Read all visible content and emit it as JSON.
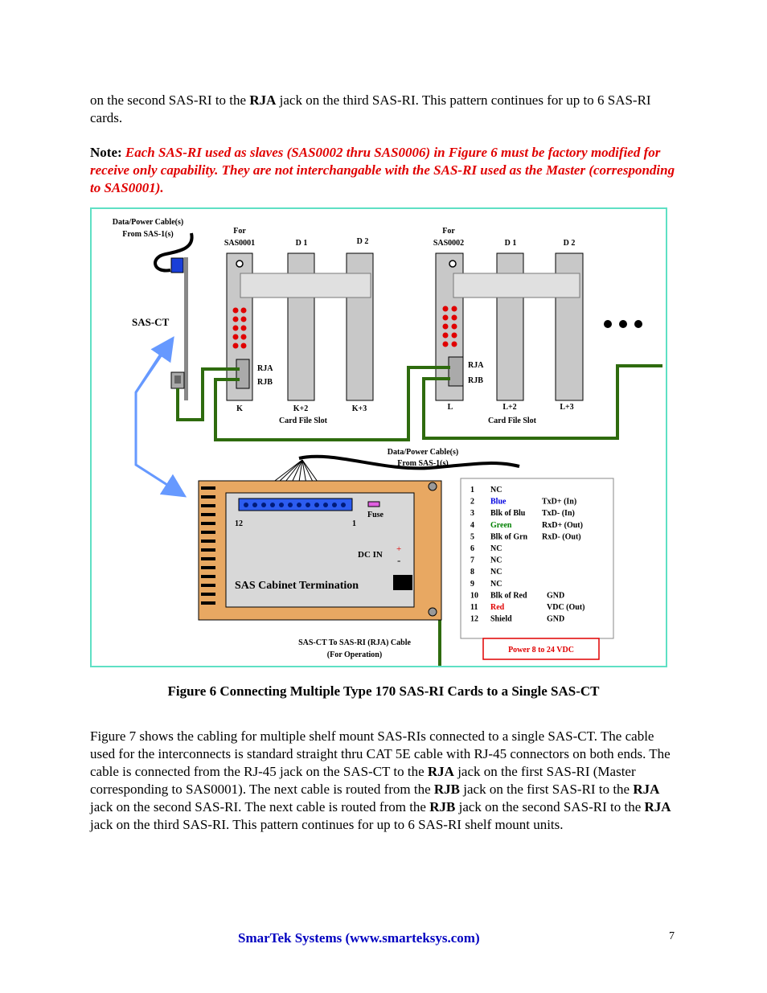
{
  "para1": {
    "t1": "on the second SAS-RI to the ",
    "b1": "RJA",
    "t2": " jack on the third SAS-RI.  This pattern continues for up to 6 SAS-RI cards."
  },
  "note": {
    "label": "Note: ",
    "text": "Each SAS-RI used as slaves (SAS0002 thru SAS0006) in Figure 6 must be factory modified for receive only capability. They are not interchangable with the SAS-RI  used as the Master (corresponding to SAS0001)."
  },
  "figure": {
    "cable_top_left": [
      "Data/Power Cable(s)",
      "From SAS-1(s)"
    ],
    "sas_ct": "SAS-CT",
    "group1": {
      "for": [
        "For",
        "SAS0001"
      ],
      "d1": "D 1",
      "d2": "D 2",
      "rja": "RJA",
      "rjb": "RJB",
      "slot_k": "K",
      "slot_k2": "K+2",
      "slot_k3": "K+3",
      "card_file": "Card File Slot"
    },
    "group2": {
      "for": [
        "For",
        "SAS0002"
      ],
      "d1": "D 1",
      "d2": "D 2",
      "rja": "RJA",
      "rjb": "RJB",
      "slot_l": "L",
      "slot_l2": "L+2",
      "slot_l3": "L+3",
      "card_file": "Card File Slot"
    },
    "cable_mid": [
      "Data/Power Cable(s)",
      "From SAS-1(s)"
    ],
    "termination": {
      "title": "SAS Cabinet Termination",
      "fuse": "Fuse",
      "dc_in": "DC IN",
      "plus": "+",
      "minus": "-",
      "pin12": "12",
      "pin1": "1"
    },
    "pins": [
      {
        "n": "1",
        "c": "NC",
        "f": "",
        "color": "#000000"
      },
      {
        "n": "2",
        "c": "Blue",
        "f": "TxD+ (In)",
        "color": "#0000e0"
      },
      {
        "n": "3",
        "c": "Blk of Blu",
        "f": "TxD- (In)",
        "color": "#000000"
      },
      {
        "n": "4",
        "c": "Green",
        "f": "RxD+ (Out)",
        "color": "#008000"
      },
      {
        "n": "5",
        "c": "Blk of Grn",
        "f": "RxD- (Out)",
        "color": "#000000"
      },
      {
        "n": "6",
        "c": "NC",
        "f": "",
        "color": "#000000"
      },
      {
        "n": "7",
        "c": "NC",
        "f": "",
        "color": "#000000"
      },
      {
        "n": "8",
        "c": "NC",
        "f": "",
        "color": "#000000"
      },
      {
        "n": "9",
        "c": "NC",
        "f": "",
        "color": "#000000"
      },
      {
        "n": "10",
        "c": "Blk of Red",
        "f": "GND",
        "color": "#000000"
      },
      {
        "n": "11",
        "c": "Red",
        "f": "VDC (Out)",
        "color": "#e00000"
      },
      {
        "n": "12",
        "c": "Shield",
        "f": "GND",
        "color": "#000000"
      }
    ],
    "power": "Power  8 to 24 VDC",
    "cable_bottom": [
      "SAS-CT To SAS-RI (RJA) Cable",
      "(For Operation)"
    ]
  },
  "caption": "Figure 6 Connecting Multiple Type 170 SAS-RI Cards to a Single SAS-CT",
  "para2": {
    "a": "Figure 7 shows the cabling for multiple shelf mount SAS-RIs connected to a single SAS-CT. The cable used for the interconnects is standard straight thru CAT 5E cable with RJ-45 connectors on both ends.  The cable is connected from the RJ-45 jack on the SAS-CT to the ",
    "b1": "RJA",
    "c": " jack on the first SAS-RI (Master corresponding to SAS0001).  The next cable is routed from the ",
    "b2": "RJB",
    "d": " jack on the first SAS-RI to the ",
    "b3": "RJA",
    "e": " jack on the second SAS-RI. The next cable is routed from the ",
    "b4": "RJB",
    "f": " jack on the second SAS-RI to the ",
    "b5": "RJA",
    "g": " jack on the third SAS-RI.  This pattern continues for up to 6 SAS-RI shelf mount units."
  },
  "footer": "SmarTek Systems (www.smarteksys.com)",
  "page_number": "7"
}
